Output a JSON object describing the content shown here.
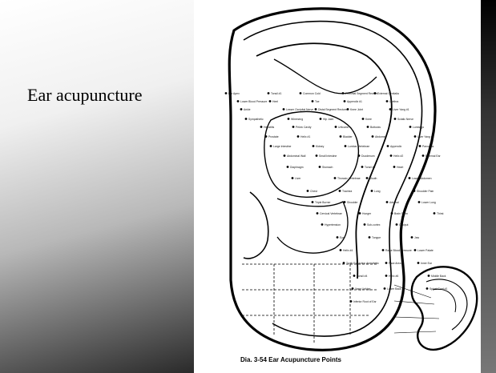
{
  "slide": {
    "title": "Ear acupuncture"
  },
  "figure": {
    "caption": "Dia. 3-54   Ear Acupuncture Points",
    "image_description": "Ear acupuncture point map",
    "labels": [
      "Ear Apex",
      "Tonsil #1",
      "Common Cold",
      "Proximal Segment Rectum",
      "External Genitalia",
      "Lower Blood Pressure",
      "Heel",
      "Toe",
      "Appendix #1",
      "Urethra",
      "Ankle",
      "Lesser Occipital Nerve",
      "Distal Segment Rectum",
      "Knee Joint",
      "Liver Yang #1",
      "Sympathetic",
      "Wheezing",
      "Hip Joint",
      "Knee",
      "Sciatic Nerve",
      "Hepatitis",
      "Pelvic Cavity",
      "Urticaria",
      "Buttocks",
      "Lumbago",
      "Prostate",
      "Helix #1",
      "Bladder",
      "Abdomen",
      "Liver Yang #2",
      "Large Intestine",
      "Kidney",
      "Lumbar Vertebrae",
      "Appendix",
      "Pancreas",
      "Abdominal Wall",
      "Small Intestine",
      "Duodenum",
      "Helix #2",
      "External Ear",
      "Diaphragm",
      "Stomach",
      "Tonsil #2",
      "Heart",
      "Esophagus",
      "Liver",
      "Thoracic Vertebrae",
      "Mouth",
      "Lower Abdomen",
      "Spleen",
      "Chest",
      "Trachea",
      "Lung",
      "Shoulder Pain",
      "External Nose",
      "Triple Burner",
      "Shoulder",
      "Adrenal",
      "Lower Lung",
      "Helix #3",
      "Cervical Vertebrae",
      "Hunger",
      "Brain Stem",
      "Thirst",
      "Ovary",
      "Hypertension",
      "Sub-cortex",
      "Occiput",
      "Toothache",
      "Endocrine",
      "Eye",
      "Tongue",
      "Jaw",
      "Neck",
      "Clavicle",
      "Helix #4",
      "Raise Blood Pressure",
      "Lower Palate",
      "Upper Palate",
      "Neurasthenia",
      "Tooth Extraction Anesthetic",
      "Face Area",
      "Inner Ear",
      "Tonsil #3",
      "Helix #5",
      "Tonsil #4",
      "Helix #6",
      "Middle Back",
      "Upper Back",
      "Vagus Root",
      "Yang Linking",
      "Lower Back",
      "Spinal Cord #1",
      "Spinal Cord #2",
      "Superior Root of Ear",
      "Inferior Root of Ear"
    ]
  }
}
